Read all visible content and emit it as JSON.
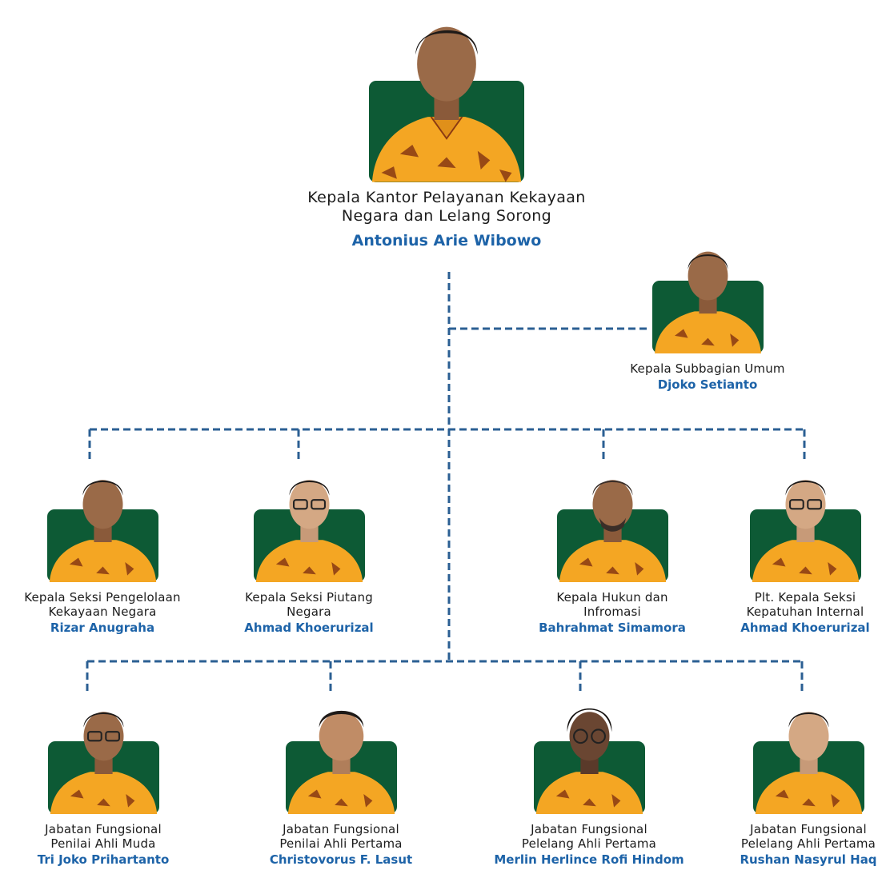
{
  "colors": {
    "accent": "#1d63a8",
    "photo_bg": "#0d5a35",
    "connector": "#2b5f93",
    "shirt": "#f4a623"
  },
  "head": {
    "role_line1": "Kepala Kantor Pelayanan Kekayaan",
    "role_line2": "Negara dan Lelang Sorong",
    "name": "Antonius Arie Wibowo"
  },
  "subbagian": {
    "role_line1": "Kepala Subbagian Umum",
    "name": "Djoko Setianto"
  },
  "seksi": [
    {
      "role_line1": "Kepala Seksi Pengelolaan",
      "role_line2": "Kekayaan Negara",
      "name": "Rizar Anugraha"
    },
    {
      "role_line1": "Kepala Seksi Piutang",
      "role_line2": "Negara",
      "name": "Ahmad Khoerurizal"
    },
    {
      "role_line1": "Kepala Hukun dan",
      "role_line2": "Infromasi",
      "name": "Bahrahmat Simamora"
    },
    {
      "role_line1": "Plt. Kepala Seksi",
      "role_line2": "Kepatuhan Internal",
      "name": "Ahmad Khoerurizal"
    }
  ],
  "fungsional": [
    {
      "role_line1": "Jabatan Fungsional",
      "role_line2": "Penilai Ahli Muda",
      "name": "Tri Joko Prihartanto"
    },
    {
      "role_line1": "Jabatan Fungsional",
      "role_line2": "Penilai Ahli Pertama",
      "name": "Christovorus F. Lasut"
    },
    {
      "role_line1": "Jabatan Fungsional",
      "role_line2": "Pelelang Ahli Pertama",
      "name": "Merlin Herlince Rofi Hindom"
    },
    {
      "role_line1": "Jabatan Fungsional",
      "role_line2": "Pelelang Ahli Pertama",
      "name": "Rushan Nasyrul Haq"
    }
  ]
}
